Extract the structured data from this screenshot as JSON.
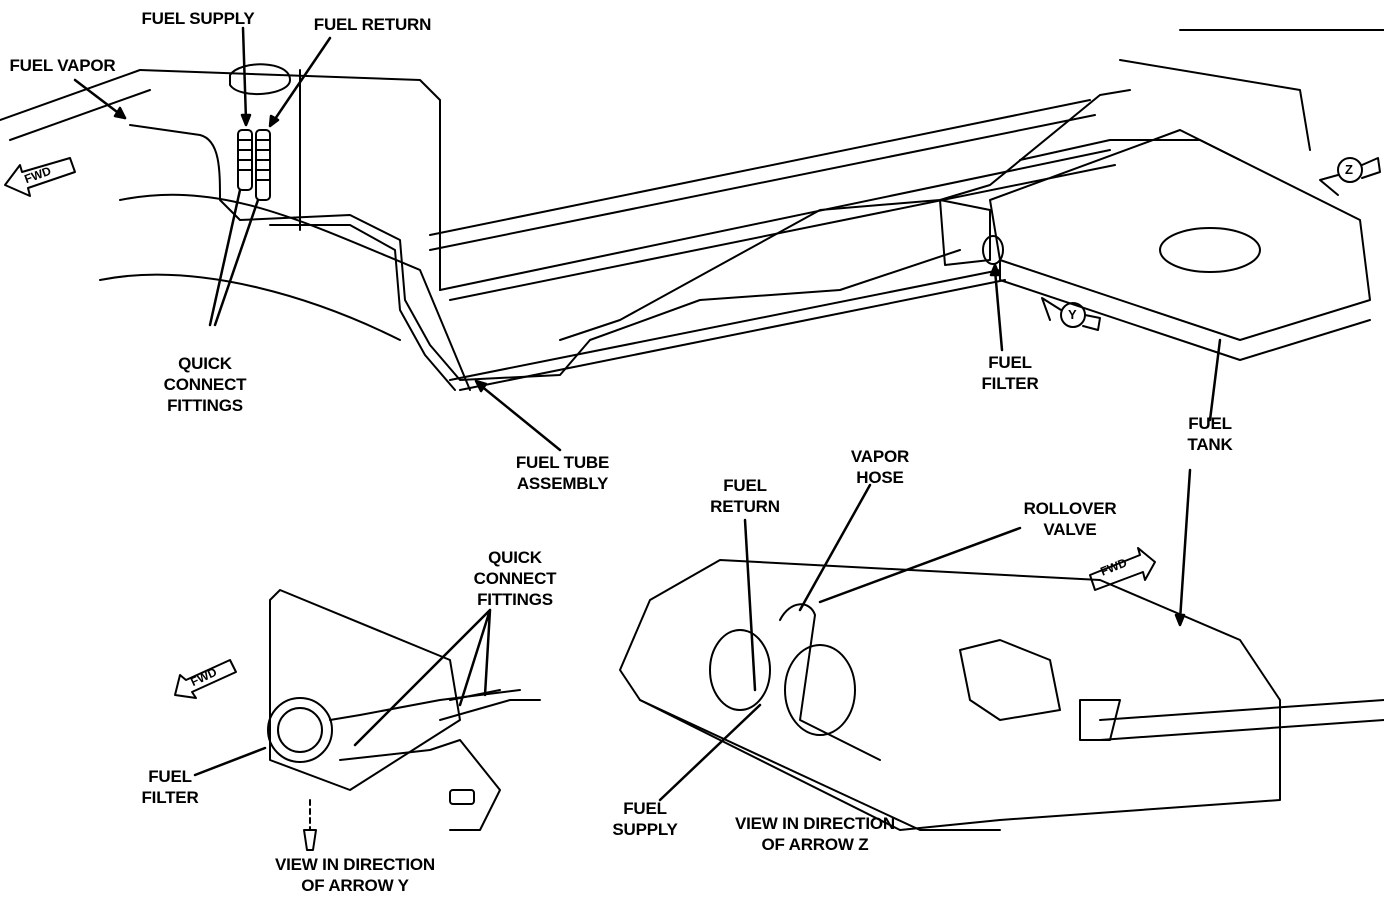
{
  "diagram": {
    "title": "Fuel system layout",
    "labels": {
      "fuel_supply_top": "FUEL SUPPLY",
      "fuel_return_top": "FUEL RETURN",
      "fuel_vapor": "FUEL VAPOR",
      "quick_connect_top": "QUICK\nCONNECT\nFITTINGS",
      "fuel_tube_assembly": "FUEL TUBE\nASSEMBLY",
      "fuel_filter_top": "FUEL\nFILTER",
      "fuel_tank": "FUEL\nTANK",
      "quick_connect_bottom": "QUICK\nCONNECT\nFITTINGS",
      "fuel_filter_bottom": "FUEL\nFILTER",
      "view_y": "VIEW IN DIRECTION\nOF ARROW Y",
      "fuel_return_bottom": "FUEL\nRETURN",
      "vapor_hose": "VAPOR\nHOSE",
      "rollover_valve": "ROLLOVER\nVALVE",
      "fuel_supply_bottom": "FUEL\nSUPPLY",
      "view_z": "VIEW IN DIRECTION\nOF ARROW Z"
    },
    "direction_markers": {
      "fwd": "FWD",
      "y": "Y",
      "z": "Z"
    }
  }
}
